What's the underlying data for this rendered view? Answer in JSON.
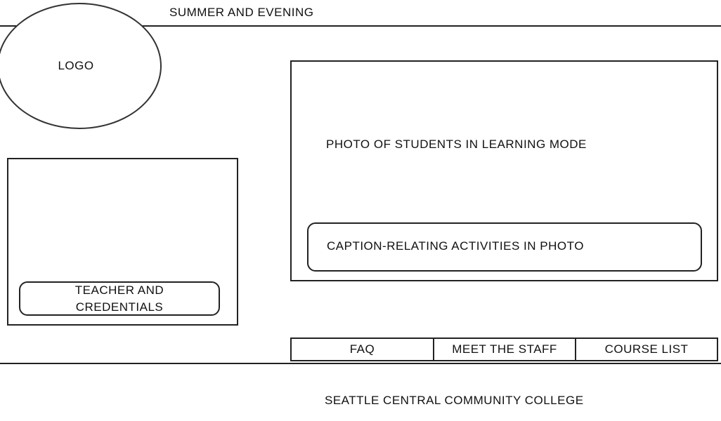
{
  "header": {
    "title": "SUMMER AND EVENING"
  },
  "logo": {
    "label": "LOGO"
  },
  "photo": {
    "label": "PHOTO OF STUDENTS IN LEARNING MODE",
    "caption": "CAPTION-RELATING ACTIVITIES IN PHOTO"
  },
  "teacher": {
    "label_line1": "TEACHER AND",
    "label_line2": "CREDENTIALS"
  },
  "nav": {
    "items": [
      {
        "label": "FAQ"
      },
      {
        "label": "MEET THE STAFF"
      },
      {
        "label": "COURSE LIST"
      }
    ]
  },
  "footer": {
    "text": "SEATTLE CENTRAL COMMUNITY COLLEGE"
  }
}
